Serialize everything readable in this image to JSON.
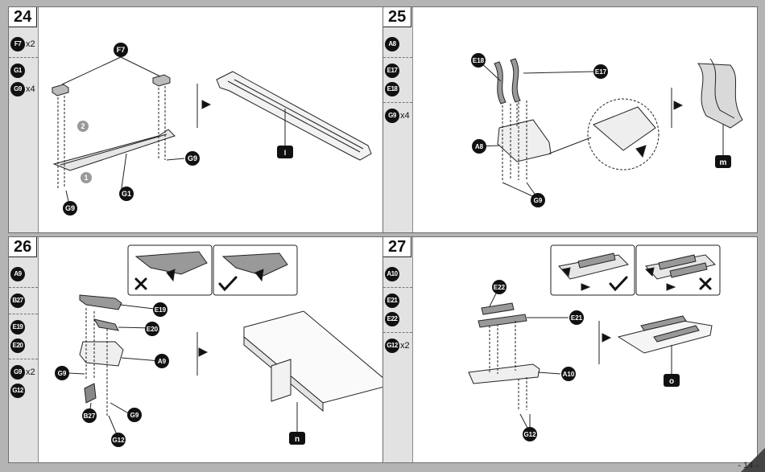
{
  "page_number": "- 14 -",
  "steps": [
    {
      "number": "24",
      "parts": [
        [
          {
            "id": "F7",
            "qty": "x2"
          }
        ],
        [
          {
            "id": "G1",
            "qty": ""
          },
          {
            "id": "G9",
            "qty": "x4"
          }
        ]
      ],
      "labels": {
        "f7": "F7",
        "g9_right": "G9",
        "g1": "G1",
        "g9_bottom": "G9",
        "seq1": "1",
        "seq2": "2",
        "result": "l"
      }
    },
    {
      "number": "25",
      "parts": [
        [
          {
            "id": "A8",
            "qty": ""
          }
        ],
        [
          {
            "id": "E17",
            "qty": ""
          },
          {
            "id": "E18",
            "qty": ""
          }
        ],
        [
          {
            "id": "G9",
            "qty": "x4"
          }
        ]
      ],
      "labels": {
        "e18": "E18",
        "e17": "E17",
        "a8": "A8",
        "g9": "G9",
        "result": "m"
      }
    },
    {
      "number": "26",
      "parts": [
        [
          {
            "id": "A9",
            "qty": ""
          }
        ],
        [
          {
            "id": "B27",
            "qty": ""
          }
        ],
        [
          {
            "id": "E19",
            "qty": ""
          },
          {
            "id": "E20",
            "qty": ""
          }
        ],
        [
          {
            "id": "G9",
            "qty": "x2"
          },
          {
            "id": "G12",
            "qty": ""
          }
        ]
      ],
      "labels": {
        "e19": "E19",
        "e20": "E20",
        "a9": "A9",
        "g9_left": "G9",
        "g9_right": "G9",
        "b27": "B27",
        "g12": "G12",
        "result": "n"
      }
    },
    {
      "number": "27",
      "parts": [
        [
          {
            "id": "A10",
            "qty": ""
          }
        ],
        [
          {
            "id": "E21",
            "qty": ""
          },
          {
            "id": "E22",
            "qty": ""
          }
        ],
        [
          {
            "id": "G12",
            "qty": "x2"
          }
        ]
      ],
      "labels": {
        "e22": "E22",
        "e21": "E21",
        "a10": "A10",
        "g12": "G12",
        "result": "o"
      }
    }
  ]
}
